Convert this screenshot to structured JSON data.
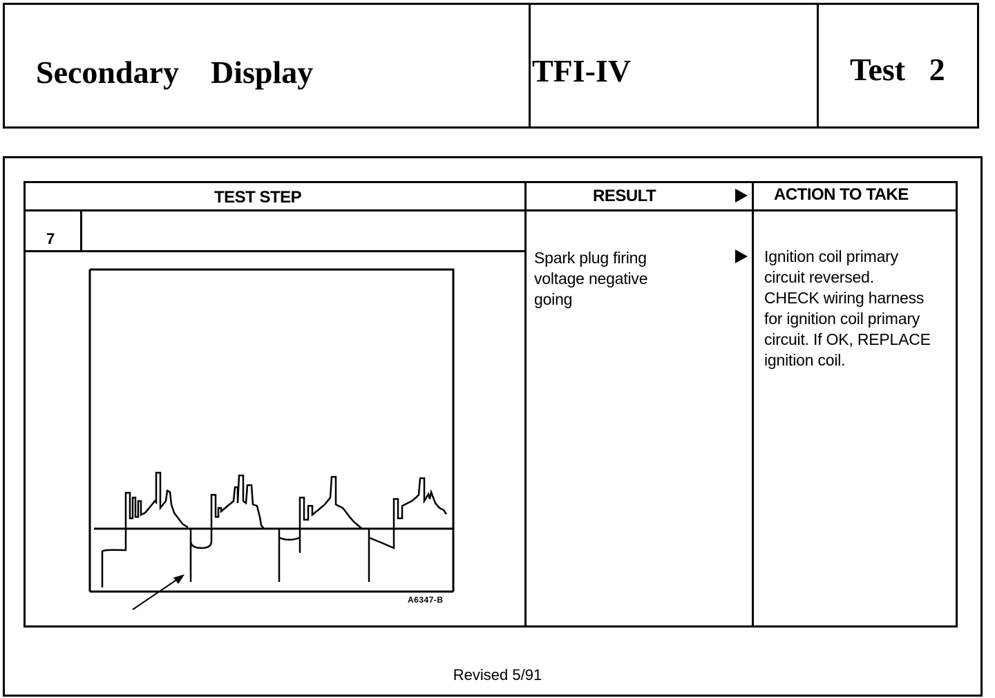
{
  "header": {
    "title": "Secondary    Display",
    "system": "TFI-IV",
    "test": "Test   2"
  },
  "table": {
    "col_test_step": "TEST STEP",
    "col_result": "RESULT",
    "col_action": "ACTION TO TAKE",
    "step_number": "7",
    "result_lines": [
      "Spark plug firing",
      "voltage  negative",
      "going"
    ],
    "action_lines": [
      "Ignition coil primary",
      "circuit  reversed.",
      "CHECK wiring harness",
      "for ignition coil primary",
      "circuit. If OK, REPLACE",
      "ignition  coil."
    ]
  },
  "figure": {
    "label": "A6347-B"
  },
  "footer": {
    "revised": "Revised 5/91"
  }
}
